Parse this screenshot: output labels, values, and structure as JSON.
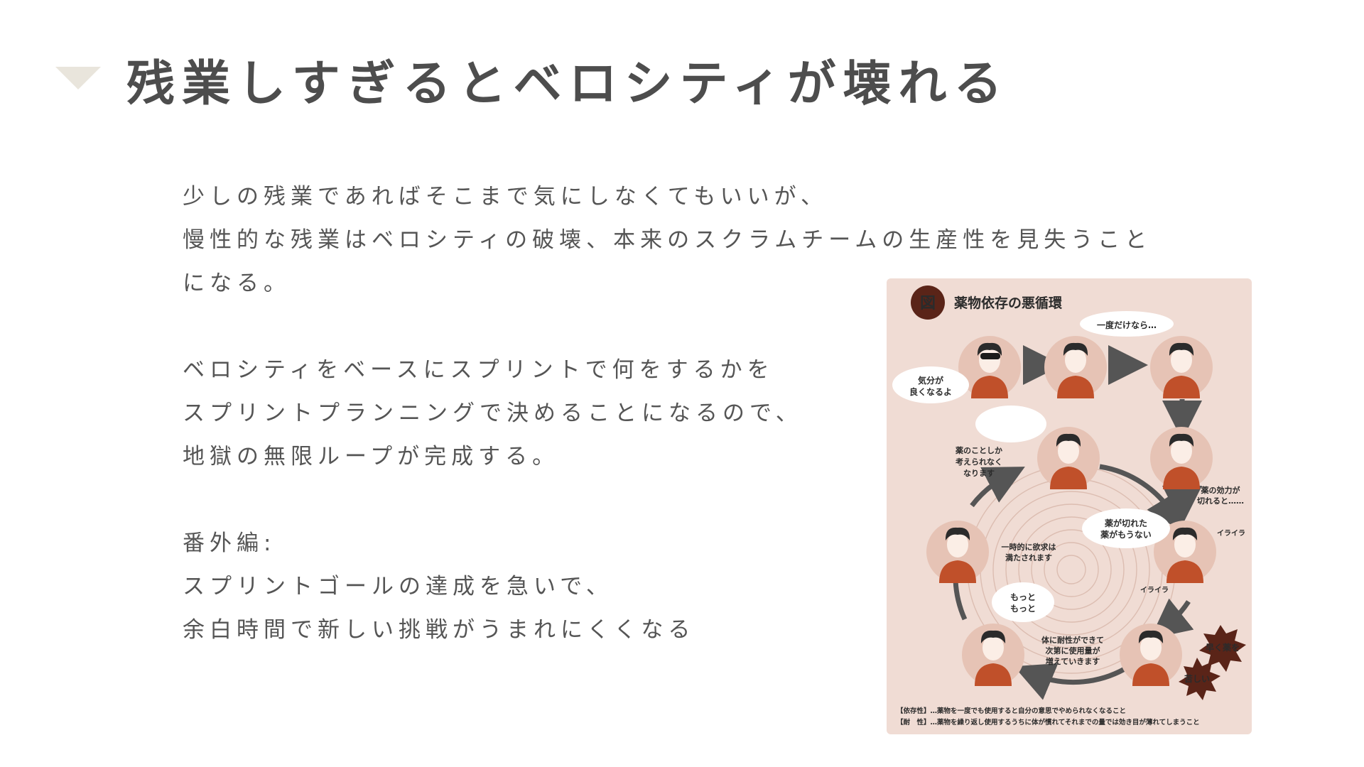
{
  "slide": {
    "title": "残業しすぎるとベロシティが壊れる",
    "paragraph1": [
      "少しの残業であればそこまで気にしなくてもいいが、",
      "慢性的な残業はベロシティの破壊、本来のスクラムチームの生産性を見失うこと",
      "になる。"
    ],
    "paragraph2": [
      "ベロシティをベースにスプリントで何をするかを",
      "スプリントプランニングで決めることになるので、",
      "地獄の無限ループが完成する。"
    ],
    "paragraph3": [
      "番外編:",
      "スプリントゴールの達成を急いで、",
      "余白時間で新しい挑戦がうまれにくくなる"
    ]
  },
  "figure": {
    "badge": "図",
    "title": "薬物依存の悪循環",
    "bubbles": {
      "once": "一度だけなら…",
      "feel_good": [
        "気分が",
        "良くなるよ"
      ],
      "think_only": [
        "薬のことしか",
        "考えられなく",
        "なります"
      ],
      "wears_off": [
        "薬の効力が",
        "切れると……"
      ],
      "no_more": [
        "薬が切れた",
        "薬がもうない"
      ],
      "satisfied": [
        "一時的に欲求は",
        "満たされます"
      ],
      "more": [
        "もっと",
        "もっと"
      ],
      "tolerance": [
        "体に耐性ができて",
        "次第に使用量が",
        "増えていきます"
      ],
      "hurry": "早く薬を",
      "painful": "苦しい",
      "irritated": "イライラ"
    },
    "footnotes": [
      "【依存性】…薬物を一度でも使用すると自分の意思でやめられなくなること",
      "【耐　性】…薬物を繰り返し使用するうちに体が慣れてそれまでの量では効き目が薄れてしまうこと"
    ],
    "colors": {
      "background": "#f0dcd4",
      "accent": "#c0502a",
      "badge": "#5a2418",
      "arrow": "#555555"
    }
  }
}
